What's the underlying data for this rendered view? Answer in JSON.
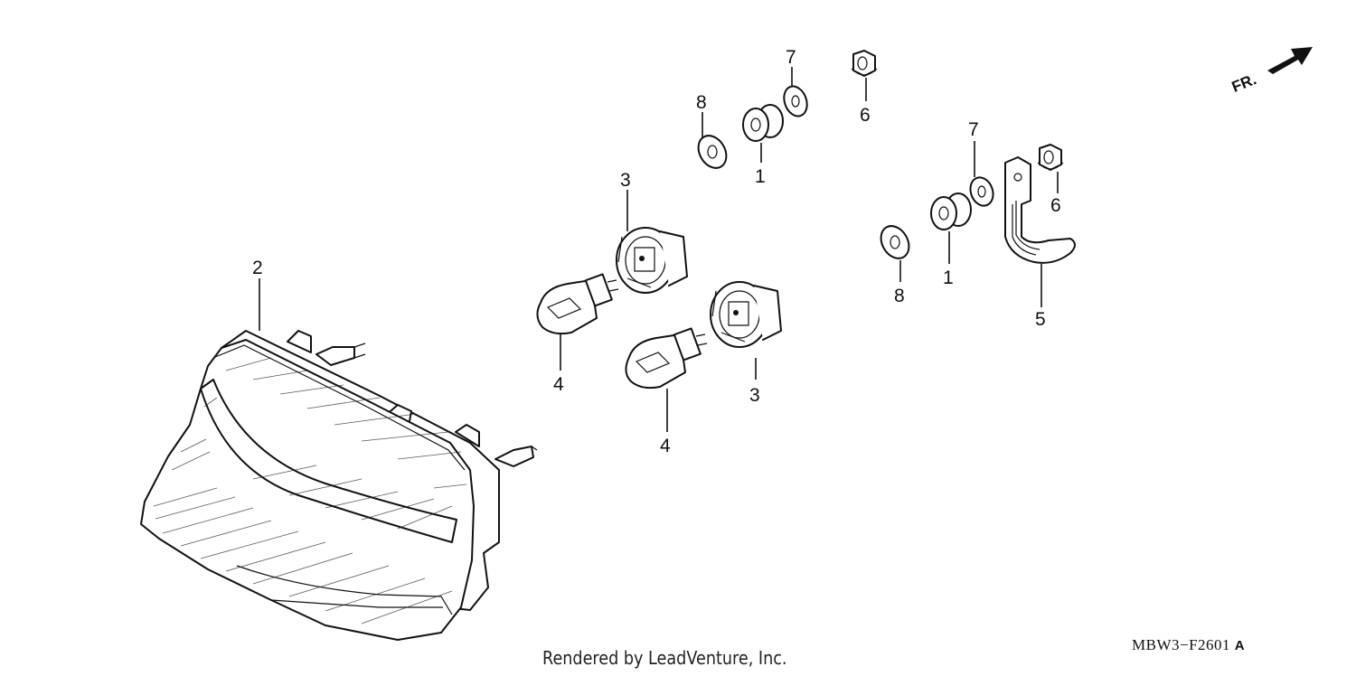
{
  "diagram": {
    "code_main": "MBW3−F2601",
    "code_suffix": "A",
    "direction_label": "FR.",
    "footer_credit": "Rendered by LeadVenture, Inc."
  },
  "callouts": {
    "tail_lamp_housing": "2",
    "grommet_upper": "1",
    "grommet_lower": "1",
    "socket_upper": "3",
    "socket_lower": "3",
    "bulb_upper": "4",
    "bulb_lower": "4",
    "stay_bracket": "5",
    "nut_upper": "6",
    "nut_lower": "6",
    "washer_small_upper": "7",
    "washer_small_lower": "7",
    "washer_large_upper": "8",
    "washer_large_lower": "8"
  }
}
